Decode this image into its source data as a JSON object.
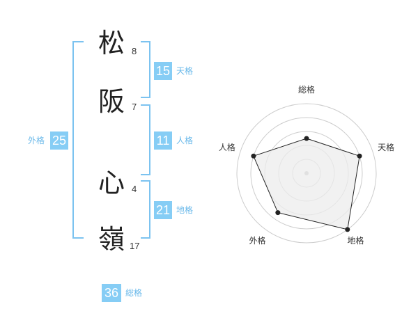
{
  "name": {
    "chars": [
      {
        "char": "松",
        "strokes": "8"
      },
      {
        "char": "阪",
        "strokes": "7"
      },
      {
        "char": "心",
        "strokes": "4"
      },
      {
        "char": "嶺",
        "strokes": "17"
      }
    ]
  },
  "kaku": {
    "tenkaku": {
      "value": "15",
      "label": "天格"
    },
    "jinkaku": {
      "value": "11",
      "label": "人格"
    },
    "chikaku": {
      "value": "21",
      "label": "地格"
    },
    "gaikaku": {
      "value": "25",
      "label": "外格"
    },
    "soukaku": {
      "value": "36",
      "label": "総格"
    }
  },
  "chart_data": {
    "type": "radar",
    "axes": [
      "総格",
      "天格",
      "地格",
      "外格",
      "人格"
    ],
    "values": [
      2.5,
      4,
      5,
      3.5,
      4
    ],
    "rmax": 5,
    "rings": [
      1,
      2,
      3,
      4,
      5
    ],
    "colors": {
      "fill": "#ececec",
      "stroke": "#222222",
      "ring": "#cccccc",
      "center": "#bbbbbb"
    }
  }
}
